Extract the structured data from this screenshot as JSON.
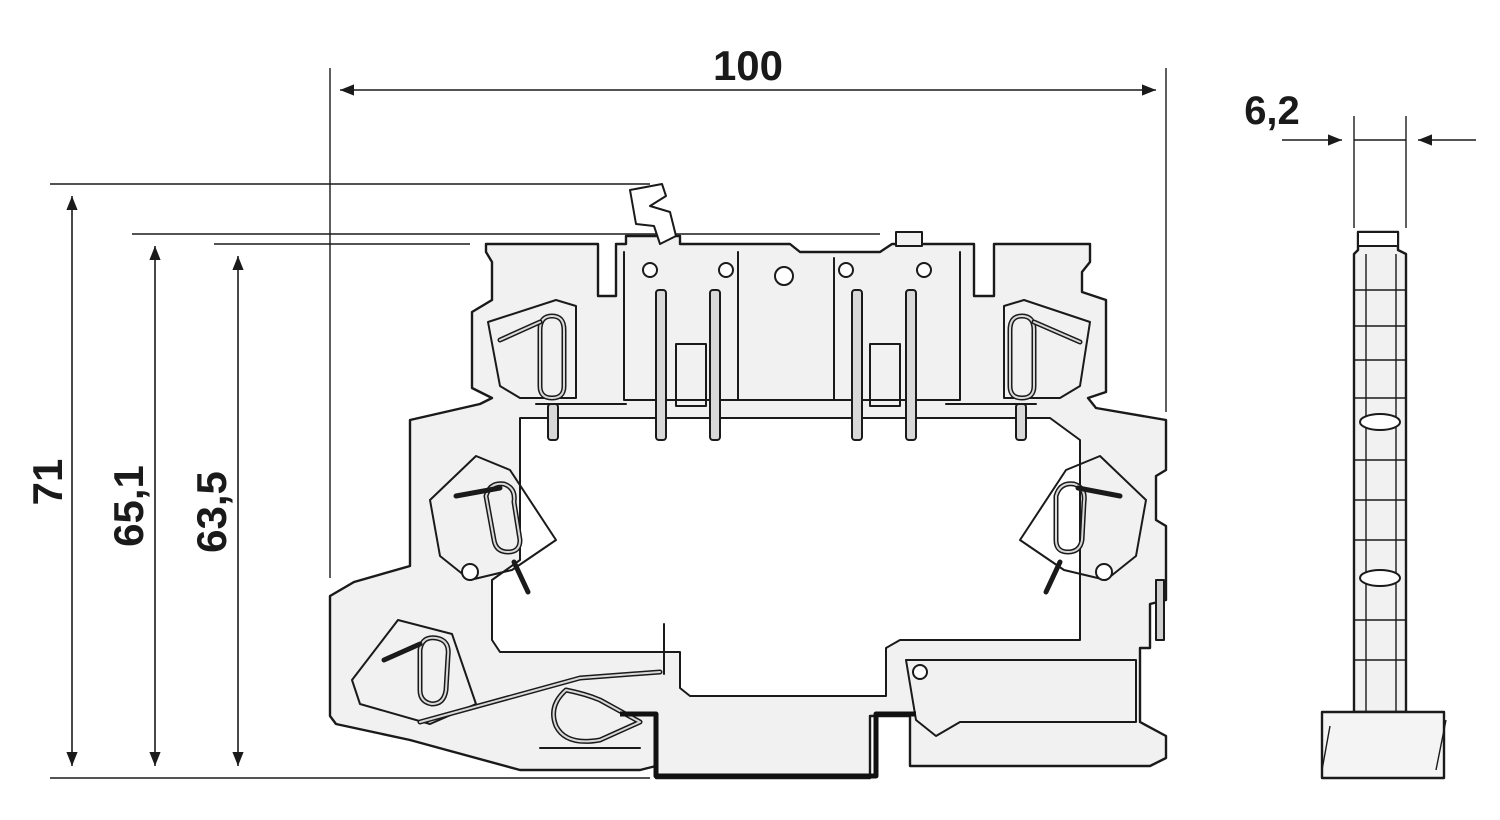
{
  "drawing": {
    "dimensions": {
      "width": "100",
      "thickness": "6,2",
      "total_height": "71",
      "height_mid": "65,1",
      "height_body": "63,5"
    }
  }
}
